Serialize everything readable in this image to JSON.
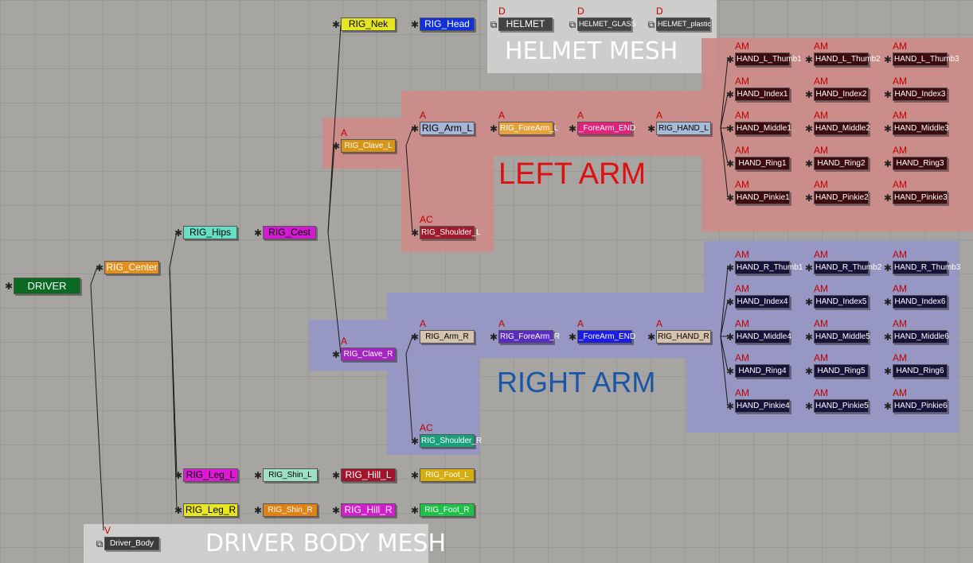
{
  "regions": {
    "helmet_mesh": {
      "label": "HELMET MESH"
    },
    "left_arm": {
      "label": "LEFT ARM"
    },
    "right_arm": {
      "label": "RIGHT ARM"
    },
    "driver_body_mesh": {
      "label": "DRIVER BODY MESH"
    }
  },
  "colors": {
    "helmet_region": "#cecdcb",
    "left_arm_region": "#cc8b89",
    "right_arm_region": "#9696c6",
    "driver_region": "#cfcecc",
    "left_arm_text": "#e01010",
    "right_arm_text": "#1b55a8",
    "helmet_text": "#ffffff",
    "flag_text": "#c00000"
  },
  "icons": {
    "bone": "bone-icon",
    "mesh": "mesh-icon"
  },
  "nodes": {
    "driver": {
      "label": "DRIVER"
    },
    "rig_center": {
      "label": "RIG_Center"
    },
    "rig_hips": {
      "label": "RIG_Hips"
    },
    "rig_cest": {
      "label": "RIG_Cest"
    },
    "rig_nek": {
      "label": "RIG_Nek"
    },
    "rig_head": {
      "label": "RIG_Head"
    },
    "helmet": {
      "label": "HELMET",
      "flag": "D"
    },
    "helmet_glass": {
      "label": "HELMET_GLASS",
      "flag": "D"
    },
    "helmet_plastic": {
      "label": "HELMET_plastic",
      "flag": "D"
    },
    "rig_clave_l": {
      "label": "RIG_Clave_L",
      "flag": "A"
    },
    "rig_arm_l": {
      "label": "RIG_Arm_L",
      "flag": "A"
    },
    "rig_forearm_l": {
      "label": "RIG_ForeArm_L",
      "flag": "A"
    },
    "forearm_end_l": {
      "label": "_ForeArm_END",
      "flag": "A"
    },
    "rig_hand_l": {
      "label": "RIG_HAND_L",
      "flag": "A"
    },
    "rig_shoulder_l": {
      "label": "RIG_Shoulder_L",
      "flag": "AC"
    },
    "rig_clave_r": {
      "label": "RIG_Clave_R",
      "flag": "A"
    },
    "rig_arm_r": {
      "label": "RIG_Arm_R",
      "flag": "A"
    },
    "rig_forearm_r": {
      "label": "RIG_ForeArm_R",
      "flag": "A"
    },
    "forearm_end_r": {
      "label": "_ForeArm_END",
      "flag": "A"
    },
    "rig_hand_r": {
      "label": "RIG_HAND_R",
      "flag": "A"
    },
    "rig_shoulder_r": {
      "label": "RIG_Shoulder_R",
      "flag": "AC"
    },
    "hand_l_thumb1": {
      "label": "HAND_L_Thumb1",
      "flag": "AM"
    },
    "hand_l_thumb2": {
      "label": "HAND_L_Thumb2",
      "flag": "AM"
    },
    "hand_l_thumb3": {
      "label": "HAND_L_Thumb3",
      "flag": "AM"
    },
    "hand_index1": {
      "label": "HAND_Index1",
      "flag": "AM"
    },
    "hand_index2": {
      "label": "HAND_Index2",
      "flag": "AM"
    },
    "hand_index3": {
      "label": "HAND_Index3",
      "flag": "AM"
    },
    "hand_middle1": {
      "label": "HAND_Middle1",
      "flag": "AM"
    },
    "hand_middle2": {
      "label": "HAND_Middle2",
      "flag": "AM"
    },
    "hand_middle3": {
      "label": "HAND_Middle3",
      "flag": "AM"
    },
    "hand_ring1": {
      "label": "HAND_Ring1",
      "flag": "AM"
    },
    "hand_ring2": {
      "label": "HAND_Ring2",
      "flag": "AM"
    },
    "hand_ring3": {
      "label": "HAND_Ring3",
      "flag": "AM"
    },
    "hand_pinkie1": {
      "label": "HAND_Pinkie1",
      "flag": "AM"
    },
    "hand_pinkie2": {
      "label": "HAND_Pinkie2",
      "flag": "AM"
    },
    "hand_pinkie3": {
      "label": "HAND_Pinkie3",
      "flag": "AM"
    },
    "hand_r_thumb1": {
      "label": "HAND_R_Thumb1",
      "flag": "AM"
    },
    "hand_r_thumb2": {
      "label": "HAND_R_Thumb2",
      "flag": "AM"
    },
    "hand_r_thumb3": {
      "label": "HAND_R_Thumb3",
      "flag": "AM"
    },
    "hand_index4": {
      "label": "HAND_Index4",
      "flag": "AM"
    },
    "hand_index5": {
      "label": "HAND_Index5",
      "flag": "AM"
    },
    "hand_index6": {
      "label": "HAND_Index6",
      "flag": "AM"
    },
    "hand_middle4": {
      "label": "HAND_Middle4",
      "flag": "AM"
    },
    "hand_middle5": {
      "label": "HAND_Middle5",
      "flag": "AM"
    },
    "hand_middle6": {
      "label": "HAND_Middle6",
      "flag": "AM"
    },
    "hand_ring4": {
      "label": "HAND_Ring4",
      "flag": "AM"
    },
    "hand_ring5": {
      "label": "HAND_Ring5",
      "flag": "AM"
    },
    "hand_ring6": {
      "label": "HAND_Ring6",
      "flag": "AM"
    },
    "hand_pinkie4": {
      "label": "HAND_Pinkie4",
      "flag": "AM"
    },
    "hand_pinkie5": {
      "label": "HAND_Pinkie5",
      "flag": "AM"
    },
    "hand_pinkie6": {
      "label": "HAND_Pinkie6",
      "flag": "AM"
    },
    "rig_leg_l": {
      "label": "RIG_Leg_L"
    },
    "rig_shin_l": {
      "label": "RIG_Shin_L"
    },
    "rig_hill_l": {
      "label": "RIG_Hill_L"
    },
    "rig_foot_l": {
      "label": "RIG_Foot_L"
    },
    "rig_leg_r": {
      "label": "RIG_Leg_R"
    },
    "rig_shin_r": {
      "label": "RIG_Shin_R"
    },
    "rig_hill_r": {
      "label": "RIG_Hill_R"
    },
    "rig_foot_r": {
      "label": "RIG_Foot_R"
    },
    "driver_body": {
      "label": "Driver_Body",
      "flag": "V"
    }
  }
}
